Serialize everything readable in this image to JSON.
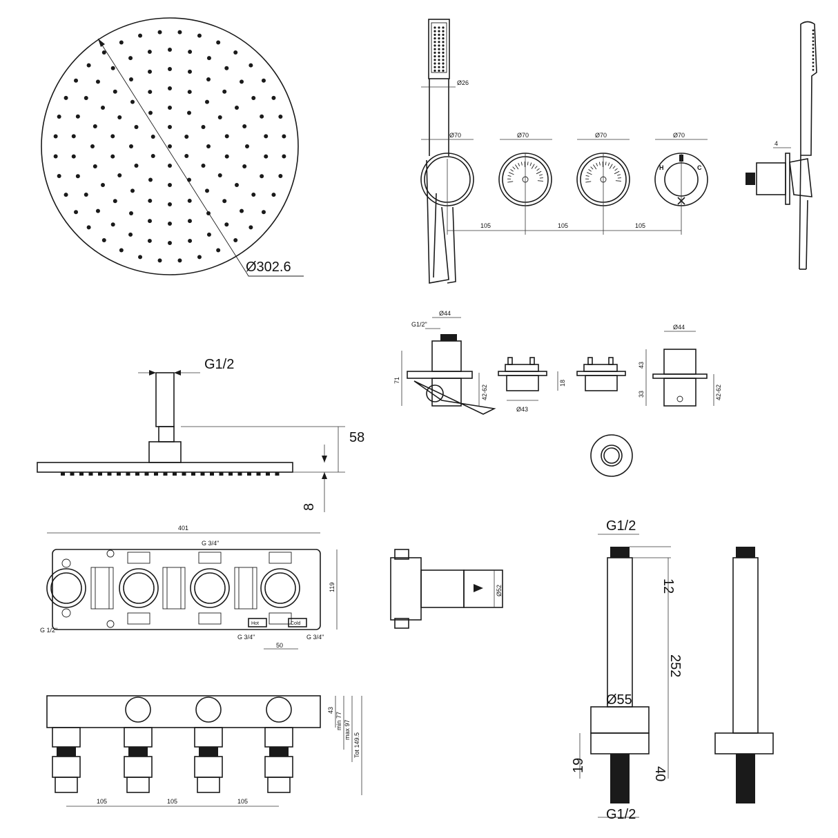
{
  "labels": {
    "shower_head_diameter": "Ø302.6",
    "handshower_diameter": "Ø26",
    "knob_diameter_1": "Ø70",
    "knob_diameter_2": "Ø70",
    "knob_diameter_3": "Ø70",
    "knob_diameter_4": "Ø70",
    "spacing_1": "105",
    "spacing_2": "105",
    "spacing_3": "105",
    "side_depth": "4",
    "thermo_h": "H",
    "thermo_c": "C",
    "arm_thread_side": "G1/2",
    "head_height": "58",
    "head_thickness": "8",
    "outlet_thread": "G1/2\"",
    "outlet_diameter": "Ø44",
    "outlet_height": "71",
    "outlet_range": "42-62",
    "valve_diameter": "Ø43",
    "valve_depth": "18",
    "cap_diameter": "Ø44",
    "cap_upper": "43",
    "cap_lower": "33",
    "cap_range": "42-62",
    "body_length": "401",
    "body_inlet_top": "G 3/4\"",
    "body_height": "119",
    "body_inlet_left": "G 1/2\"",
    "body_inlet_hot": "G 3/4\"",
    "body_inlet_cold": "G 3/4\"",
    "body_inlet_spacing": "50",
    "hot_label": "Hot",
    "cold_label": "Cold",
    "side_body_diameter": "Ø52",
    "bot_dim_43": "43",
    "bot_dim_min77": "min 77",
    "bot_dim_max97": "max 97",
    "bot_dim_tot": "Tot 149.5",
    "bot_spacing_1": "105",
    "bot_spacing_2": "105",
    "bot_spacing_3": "105",
    "arm_top_thread": "G1/2",
    "arm_thread_len": "12",
    "arm_length": "252",
    "arm_flange_diameter": "Ø55",
    "arm_flange_depth": "19",
    "arm_bottom_len": "40",
    "arm_bottom_thread": "G1/2"
  }
}
